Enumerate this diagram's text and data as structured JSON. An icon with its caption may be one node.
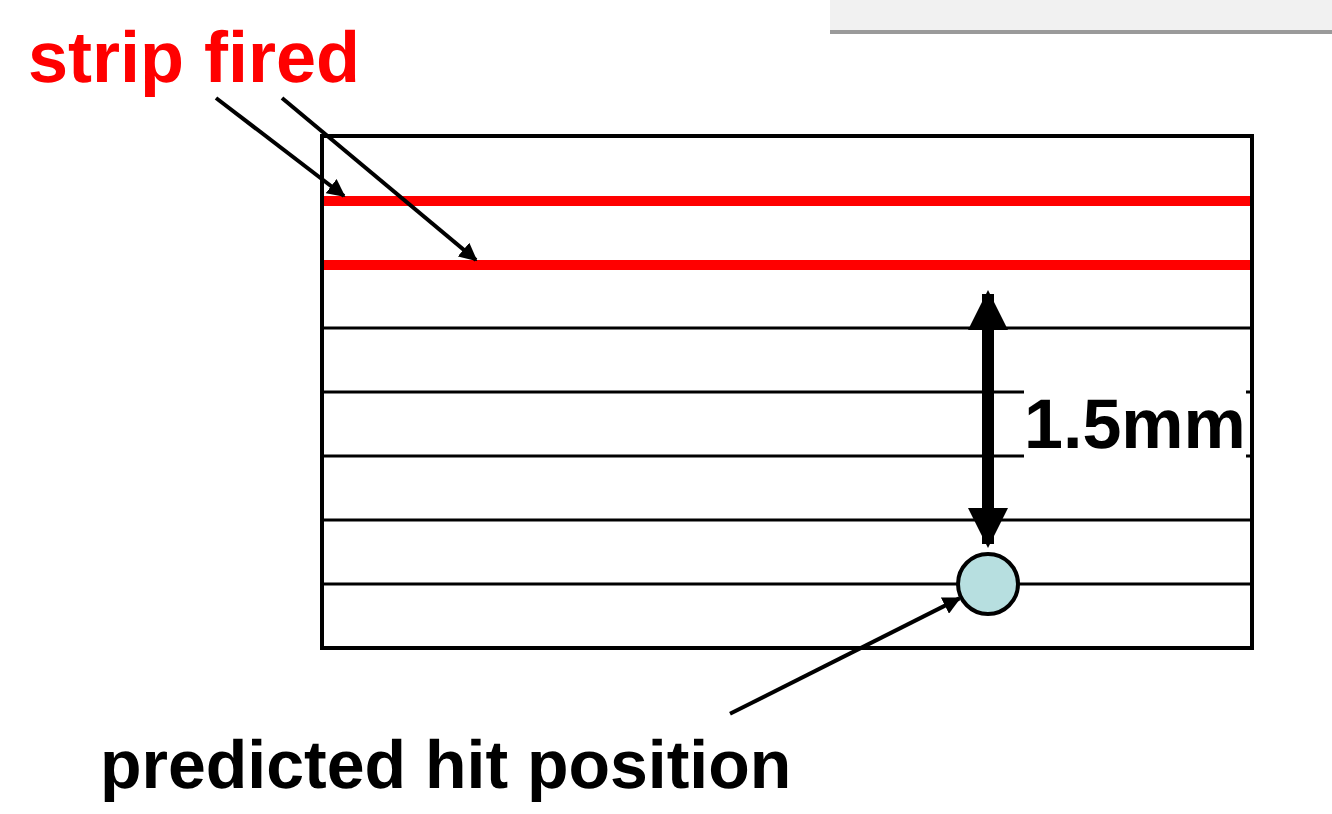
{
  "diagram": {
    "nodes": [
      {
        "text": [
          "strip fired"
        ]
      },
      {
        "text": [],
        "shape": "box"
      },
      {
        "text": [],
        "shape": "bar",
        "in": 1
      },
      {
        "text": [],
        "shape": "bar",
        "in": 1
      },
      {
        "text": [],
        "shape": "circle",
        "in": 1
      },
      {
        "text": [
          "predicted hit position"
        ]
      }
    ],
    "edges": [
      {
        "from": 0,
        "to": 2,
        "arrow": "to"
      },
      {
        "from": 0,
        "to": 3,
        "arrow": "to"
      },
      {
        "from": 5,
        "to": 4,
        "arrow": "to"
      },
      {
        "from": 3,
        "to": 4,
        "arrow": "both",
        "style": "thick",
        "label": "1.5mm"
      }
    ]
  }
}
